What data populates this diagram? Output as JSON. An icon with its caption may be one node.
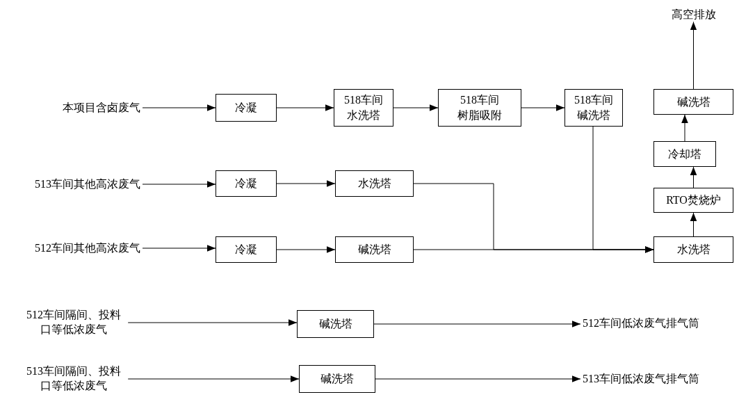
{
  "diagram": {
    "nodes": [
      {
        "text": [
          "本项目含卤废气"
        ]
      },
      {
        "text": [
          "冷凝"
        ]
      },
      {
        "text": [
          "518车间水洗塔"
        ]
      },
      {
        "text": [
          "518车间树脂吸附"
        ]
      },
      {
        "text": [
          "518车间碱洗塔"
        ]
      },
      {
        "text": [
          "513车间其他高浓废气"
        ]
      },
      {
        "text": [
          "冷凝"
        ]
      },
      {
        "text": [
          "水洗塔"
        ]
      },
      {
        "text": [
          "512车间其他高浓废气"
        ]
      },
      {
        "text": [
          "冷凝"
        ]
      },
      {
        "text": [
          "碱洗塔"
        ]
      },
      {
        "text": [
          "水洗塔"
        ]
      },
      {
        "text": [
          "RTO焚烧炉"
        ]
      },
      {
        "text": [
          "冷却塔"
        ]
      },
      {
        "text": [
          "碱洗塔"
        ]
      },
      {
        "text": [
          "高空排放"
        ]
      },
      {
        "text": [
          "512车间隔间、投料口等低浓废气"
        ]
      },
      {
        "text": [
          "碱洗塔"
        ]
      },
      {
        "text": [
          "512车间低浓废气排气筒"
        ]
      },
      {
        "text": [
          "513车间隔间、投料口等低浓废气"
        ]
      },
      {
        "text": [
          "碱洗塔"
        ]
      },
      {
        "text": [
          "513车间低浓废气排气筒"
        ]
      }
    ],
    "edges": [
      {
        "from": 0,
        "to": 1,
        "arrow": "to"
      },
      {
        "from": 1,
        "to": 2,
        "arrow": "to"
      },
      {
        "from": 2,
        "to": 3,
        "arrow": "to"
      },
      {
        "from": 3,
        "to": 4,
        "arrow": "to"
      },
      {
        "from": 4,
        "to": 11,
        "arrow": "to"
      },
      {
        "from": 5,
        "to": 6,
        "arrow": "to"
      },
      {
        "from": 6,
        "to": 7,
        "arrow": "to"
      },
      {
        "from": 7,
        "to": 11,
        "arrow": "to"
      },
      {
        "from": 8,
        "to": 9,
        "arrow": "to"
      },
      {
        "from": 9,
        "to": 10,
        "arrow": "to"
      },
      {
        "from": 10,
        "to": 11,
        "arrow": "to"
      },
      {
        "from": 11,
        "to": 12,
        "arrow": "to"
      },
      {
        "from": 12,
        "to": 13,
        "arrow": "to"
      },
      {
        "from": 13,
        "to": 14,
        "arrow": "to"
      },
      {
        "from": 14,
        "to": 15,
        "arrow": "to"
      },
      {
        "from": 16,
        "to": 17,
        "arrow": "to"
      },
      {
        "from": 17,
        "to": 18,
        "arrow": "to"
      },
      {
        "from": 19,
        "to": 20,
        "arrow": "to"
      },
      {
        "from": 20,
        "to": 21,
        "arrow": "to"
      }
    ]
  }
}
